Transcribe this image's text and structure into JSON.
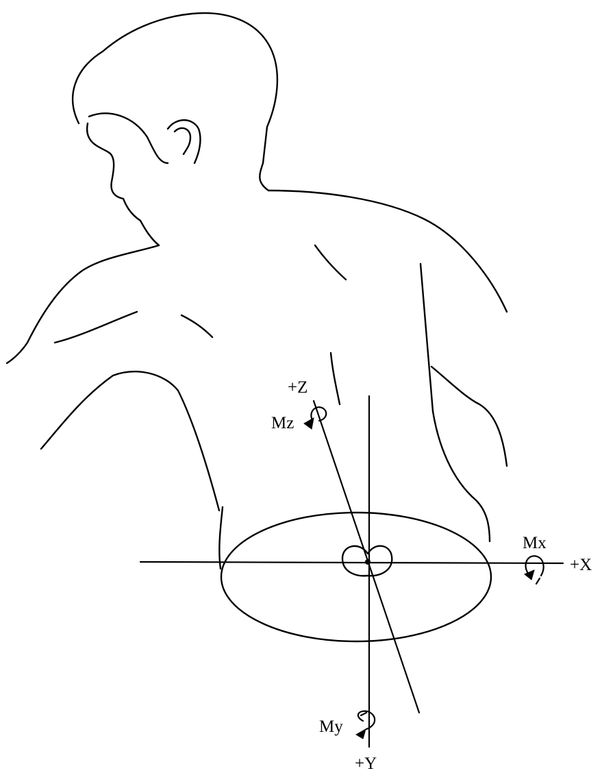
{
  "labels": {
    "x_axis": "+X",
    "y_axis": "+Y",
    "z_axis": "+Z",
    "moment_x": "Mx",
    "moment_y": "My",
    "moment_z": "Mz"
  },
  "colors": {
    "ink": "#000000",
    "background": "#ffffff"
  }
}
